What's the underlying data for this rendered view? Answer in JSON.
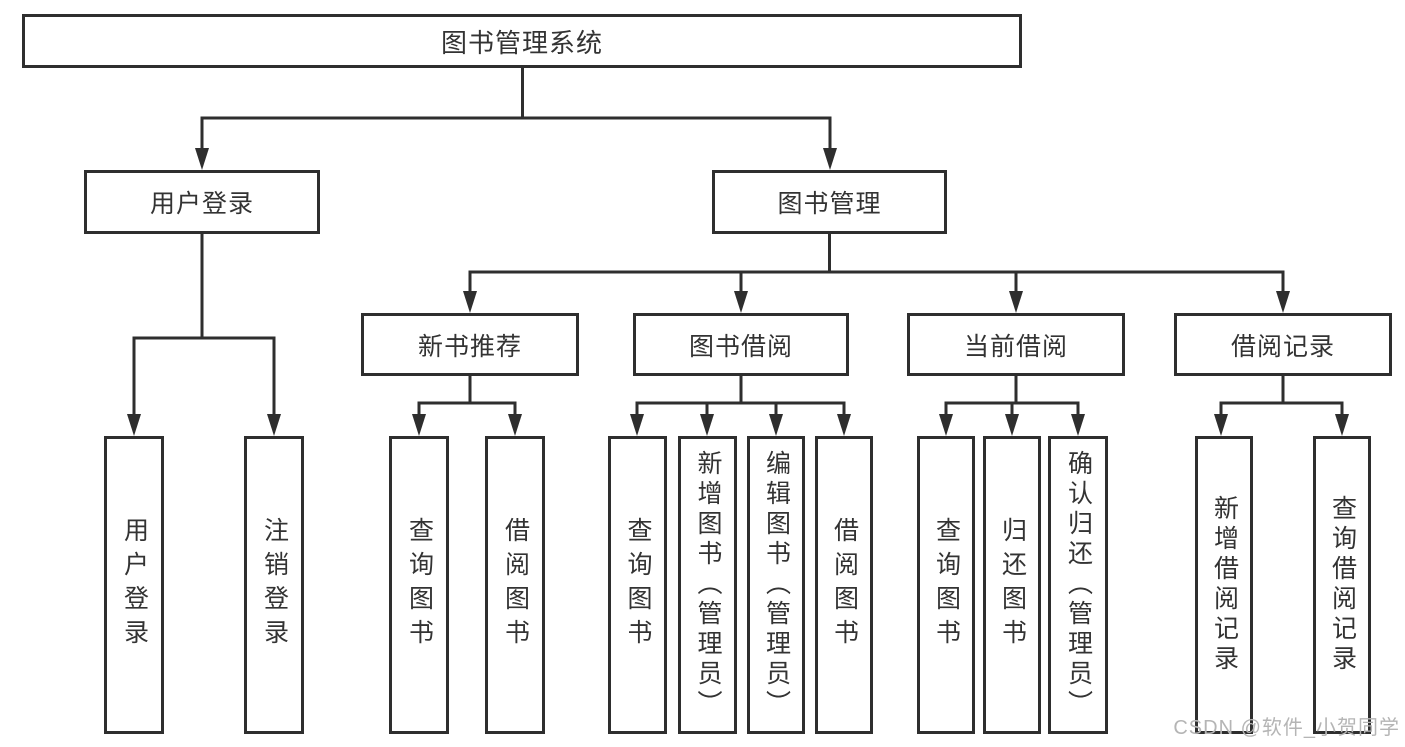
{
  "diagram": {
    "colors": {
      "line": "#2e2e2e",
      "border": "#2e2e2e",
      "text": "#333333",
      "background": "#ffffff",
      "watermark": "#b5b5b5"
    },
    "watermark": "CSDN @软件_小贺同学",
    "tree": {
      "label": "图书管理系统",
      "children": [
        {
          "label": "用户登录",
          "children": [
            {
              "label": "用户登录"
            },
            {
              "label": "注销登录"
            }
          ]
        },
        {
          "label": "图书管理",
          "children": [
            {
              "label": "新书推荐",
              "children": [
                {
                  "label": "查询图书"
                },
                {
                  "label": "借阅图书"
                }
              ]
            },
            {
              "label": "图书借阅",
              "children": [
                {
                  "label": "查询图书"
                },
                {
                  "label": "新增图书（管理员）"
                },
                {
                  "label": "编辑图书（管理员）"
                },
                {
                  "label": "借阅图书"
                }
              ]
            },
            {
              "label": "当前借阅",
              "children": [
                {
                  "label": "查询图书"
                },
                {
                  "label": "归还图书"
                },
                {
                  "label": "确认归还（管理员）"
                }
              ]
            },
            {
              "label": "借阅记录",
              "children": [
                {
                  "label": "新增借阅记录"
                },
                {
                  "label": "查询借阅记录"
                }
              ]
            }
          ]
        }
      ]
    }
  }
}
